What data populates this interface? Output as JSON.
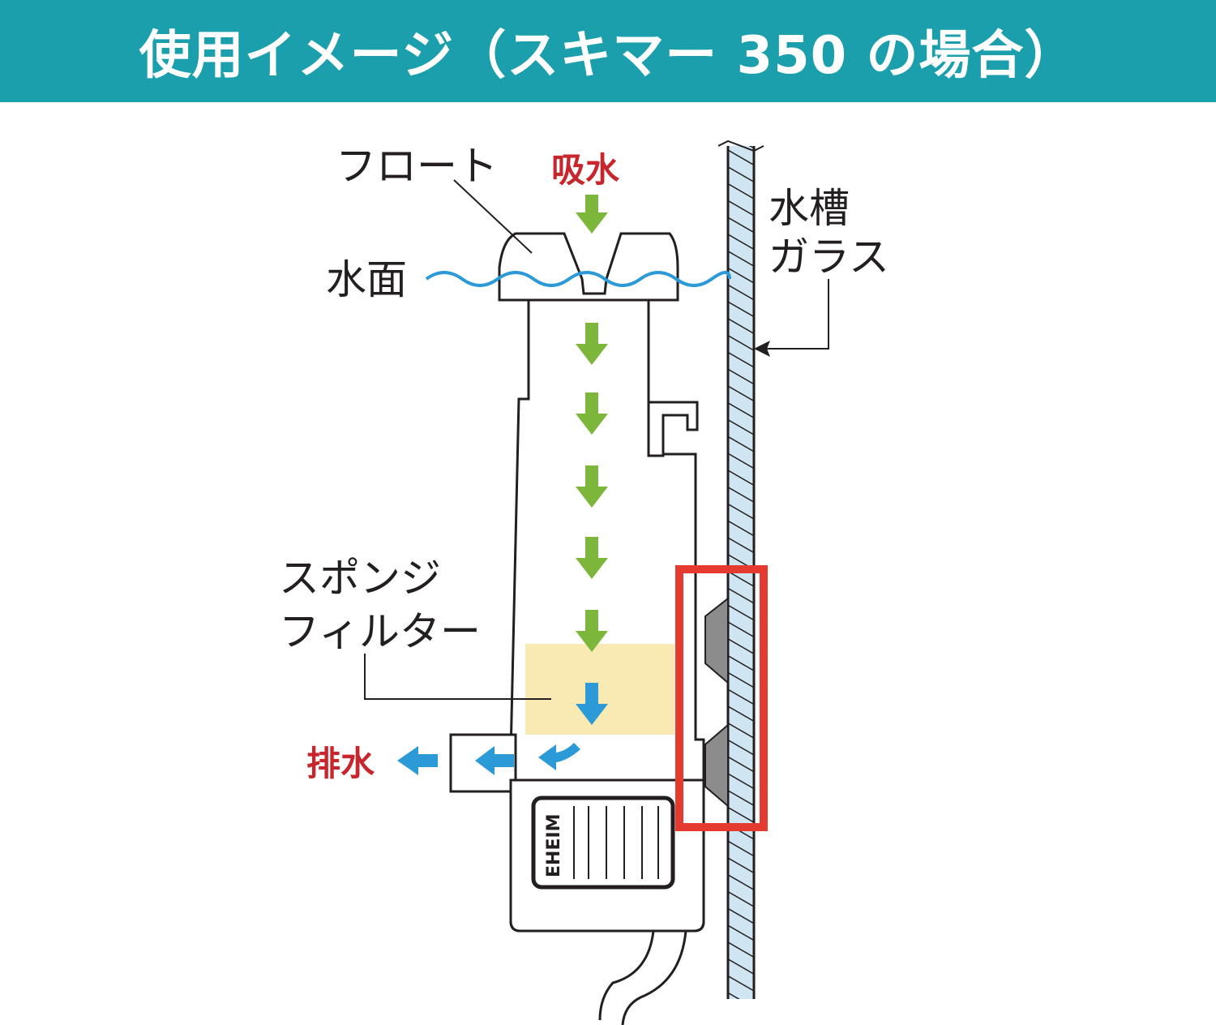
{
  "header": {
    "title": "使用イメージ（スキマー 350 の場合）"
  },
  "labels": {
    "float": "フロート",
    "water_surface": "水面",
    "intake": "吸水",
    "tank_glass_line1": "水槽",
    "tank_glass_line2": "ガラス",
    "sponge_line1": "スポンジ",
    "sponge_line2": "フィルター",
    "outlet": "排水",
    "brand": "EHEIM"
  },
  "colors": {
    "header_bg": "#1b9fad",
    "intake_arrow": "#7cb63b",
    "outlet_arrow": "#2b9ad6",
    "highlight_box": "#e53a2f",
    "sponge": "#f8eab2",
    "glass": "#cfe6f2",
    "water_line": "#2b9ad6",
    "label_red": "#c8262d"
  }
}
